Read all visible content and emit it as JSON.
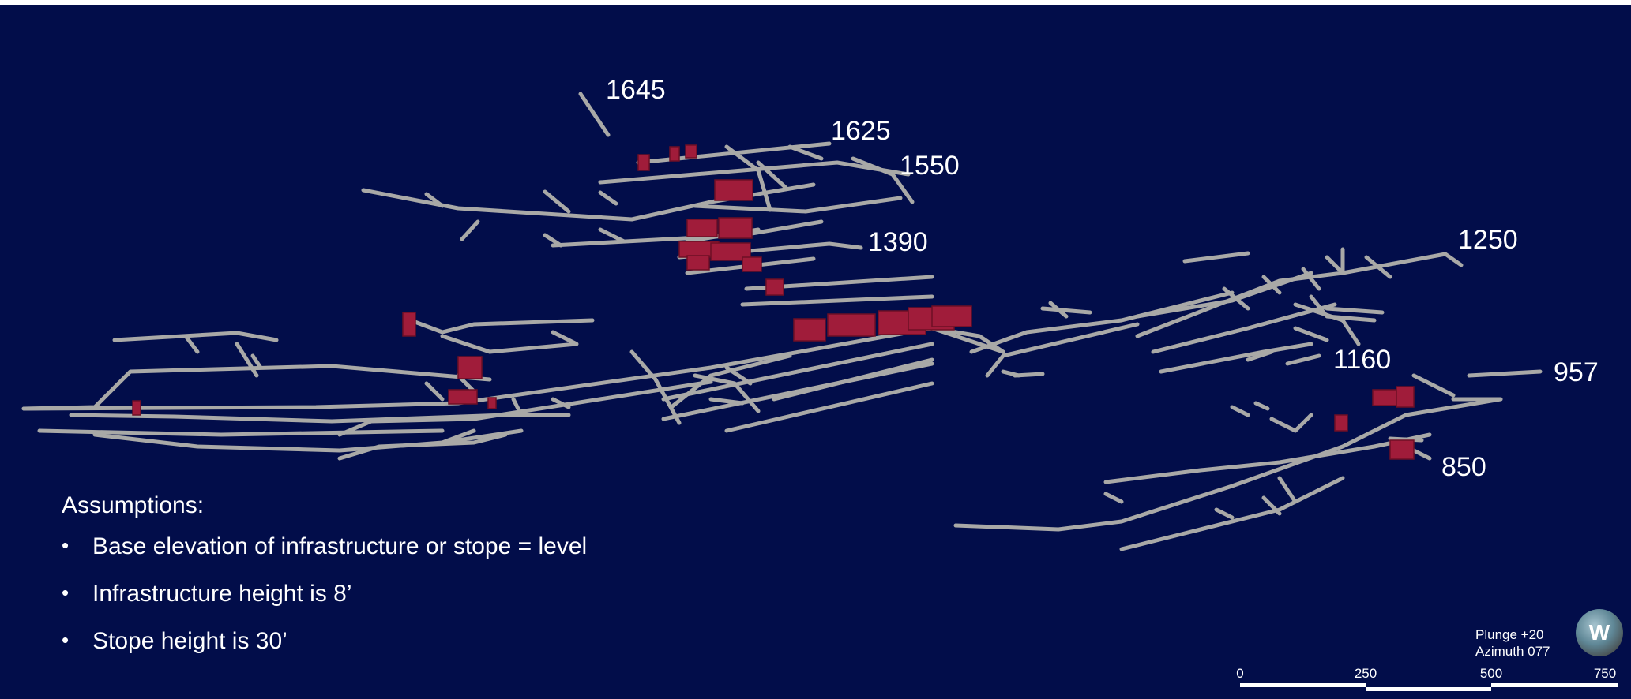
{
  "scene": {
    "background": "#020d4a",
    "drift_color": "#a9a9a7",
    "stope_color": "#a01c3a"
  },
  "level_labels": [
    "1645",
    "1625",
    "1550",
    "1390",
    "1250",
    "1160",
    "957",
    "850"
  ],
  "assumptions": {
    "title": "Assumptions:",
    "items": [
      "Base elevation of infrastructure or stope = level",
      "Infrastructure height is 8’",
      "Stope height is 30’"
    ]
  },
  "orientation": {
    "plunge": "Plunge +20",
    "azimuth": "Azimuth 077",
    "compass_letter": "W",
    "compass_icon": "compass-icon"
  },
  "scale_bar": {
    "ticks": [
      "0",
      "250",
      "500",
      "750"
    ]
  }
}
